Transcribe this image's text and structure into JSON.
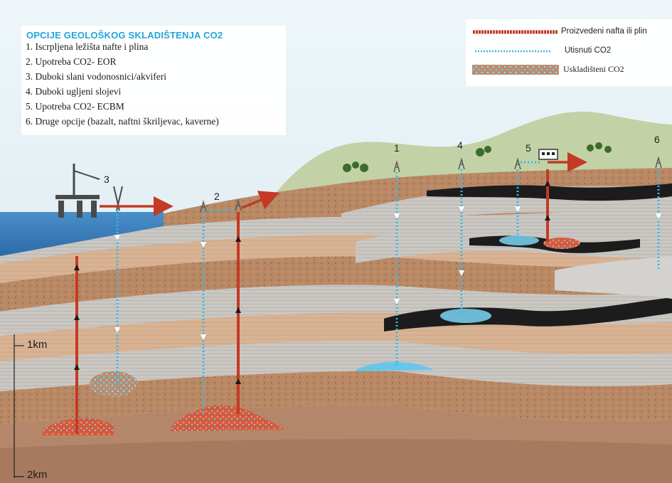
{
  "info": {
    "title": "OPCIJE GEOLOŠKOG SKLADIŠTENJA CO2",
    "options": [
      "1. Iscrpljena ležišta nafte i plina",
      "2. Upotreba CO2- EOR",
      "3. Duboki slani vodonosnici/akviferi",
      "4. Duboki ugljeni slojevi",
      "5. Upotreba CO2- ECBM",
      "6. Druge opcije (bazalt, naftni škriljevac, kaverne)"
    ]
  },
  "legend": {
    "produced": "Proizvedeni nafta ili plin",
    "injected": "Utisnuti CO2",
    "stored": "Uskladišteni CO2"
  },
  "sites": [
    "1",
    "2",
    "3",
    "4",
    "5",
    "6"
  ],
  "depth": {
    "d1": "1km",
    "d2": "2km"
  },
  "colors": {
    "sky": "#ddedf3",
    "sea": "#3a7fbd",
    "hill": "#c2d2a6",
    "brown": "#b88562",
    "gray_layer": "#c7c4c0",
    "produced": "#c43a25",
    "injected": "#36b9e6",
    "coal": "#1c1c1c",
    "title_blue": "#22a5dc"
  }
}
